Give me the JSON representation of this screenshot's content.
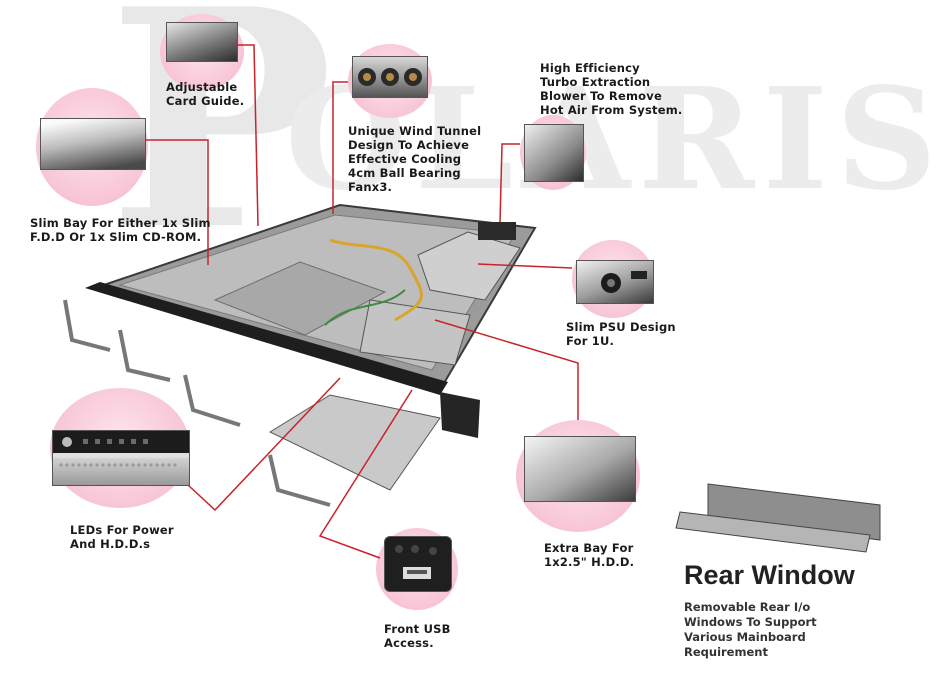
{
  "watermark": {
    "first": "P",
    "rest": "OLARIS"
  },
  "callouts": {
    "card_guide": "Adjustable\nCard Guide.",
    "wind_tunnel": "Unique Wind Tunnel\nDesign To Achieve\nEffective Cooling\n4cm Ball Bearing\nFanx3.",
    "blower": "High Efficiency\nTurbo Extraction\nBlower To Remove\nHot Air From System.",
    "slim_bay": "Slim Bay For Either 1x Slim\nF.D.D Or 1x Slim CD-ROM.",
    "slim_psu": "Slim PSU Design\nFor 1U.",
    "leds": "LEDs For Power\nAnd H.D.D.s",
    "extra_bay": "Extra Bay For\n1x2.5\" H.D.D.",
    "front_usb": "Front USB\nAccess."
  },
  "rear_window": {
    "title": "Rear Window",
    "description": "Removable Rear I/o\nWindows To Support\nVarious Mainboard\nRequirement"
  },
  "colors": {
    "leader": "#c8232c",
    "bubble": "#f7c5d6",
    "chassis": "#8c8c8c",
    "bezel": "#1e1e1e"
  }
}
